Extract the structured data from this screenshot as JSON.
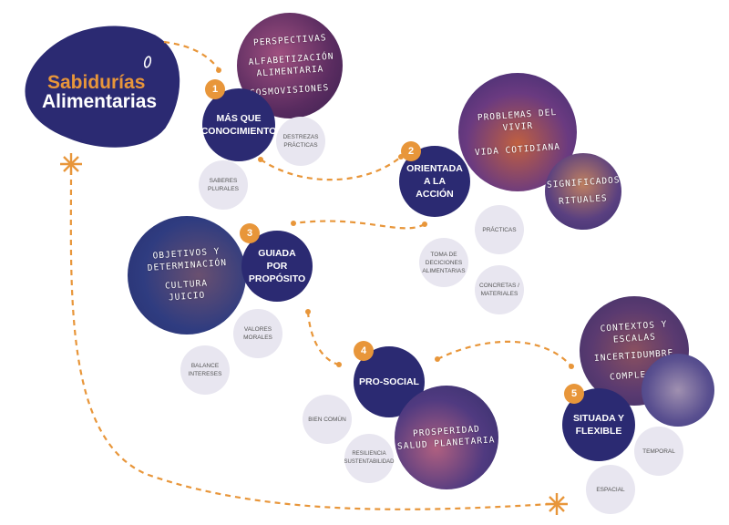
{
  "title": {
    "line1": "Sabidurías",
    "line2": "Alimentarias"
  },
  "colors": {
    "navy": "#2b2a72",
    "orange": "#e8963a",
    "light": "#e8e6f0"
  },
  "nodes": [
    {
      "number": "1",
      "label": "MÁS QUE CONOCIMIENTO",
      "photo_words": [
        "Perspectivas",
        "Alfabetización alimentaria",
        "Cosmovisiones"
      ],
      "satellites": [
        "DESTREZAS PRÁCTICAS",
        "SABERES PLURALES"
      ]
    },
    {
      "number": "2",
      "label": "ORIENTADA A LA ACCIÓN",
      "photo_words": [
        "Problemas del vivir",
        "Vida cotidiana"
      ],
      "photo2_words": [
        "Significados",
        "Rituales"
      ],
      "satellites": [
        "PRÁCTICAS",
        "TOMA DE DECICIONES ALIMENTARIAS",
        "CONCRETAS / MATERIALES"
      ]
    },
    {
      "number": "3",
      "label": "GUIADA POR PROPÓSITO",
      "photo_words": [
        "Objetivos y determinación",
        "Cultura",
        "Juicio"
      ],
      "satellites": [
        "VALORES MORALES",
        "BALANCE INTERESES"
      ]
    },
    {
      "number": "4",
      "label": "PRO-SOCIAL",
      "photo_words": [
        "Prosperidad",
        "Salud planetaria"
      ],
      "satellites": [
        "BIEN COMÚN",
        "RESILIENCIA SUSTENTABILIDAD"
      ]
    },
    {
      "number": "5",
      "label": "SITUADA Y FLEXIBLE",
      "photo_words": [
        "Contextos y escalas",
        "Incertidumbre",
        "Complejidad"
      ],
      "satellites": [
        "TEMPORAL",
        "ESPACIAL"
      ]
    }
  ]
}
